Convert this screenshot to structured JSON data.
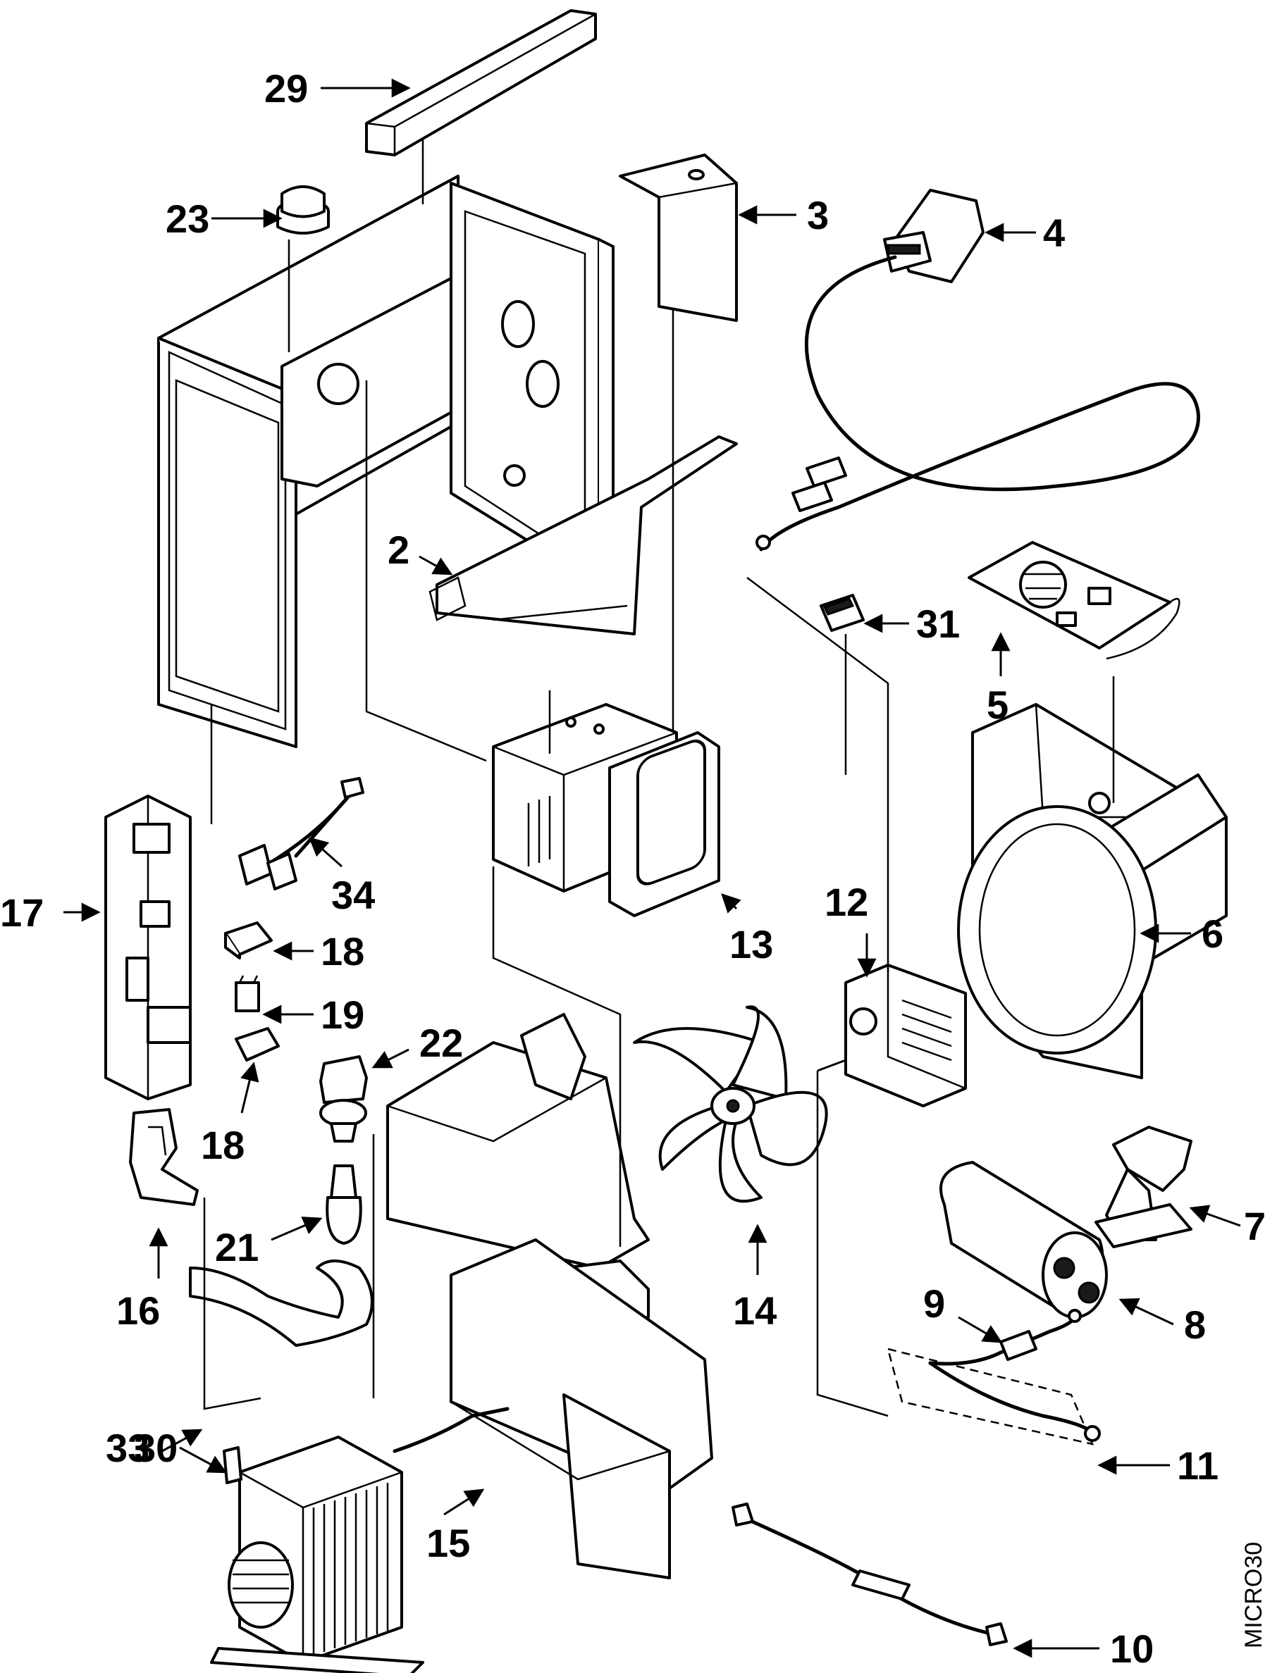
{
  "diagram": {
    "code": "MICRO30",
    "parts": [
      {
        "id": "p29",
        "label": "29"
      },
      {
        "id": "p23",
        "label": "23"
      },
      {
        "id": "p3",
        "label": "3"
      },
      {
        "id": "p4",
        "label": "4"
      },
      {
        "id": "p2",
        "label": "2"
      },
      {
        "id": "p31",
        "label": "31"
      },
      {
        "id": "p5",
        "label": "5"
      },
      {
        "id": "p34",
        "label": "34"
      },
      {
        "id": "p17",
        "label": "17"
      },
      {
        "id": "p18a",
        "label": "18"
      },
      {
        "id": "p13",
        "label": "13"
      },
      {
        "id": "p12",
        "label": "12"
      },
      {
        "id": "p6",
        "label": "6"
      },
      {
        "id": "p19",
        "label": "19"
      },
      {
        "id": "p22",
        "label": "22"
      },
      {
        "id": "p18b",
        "label": "18"
      },
      {
        "id": "p7",
        "label": "7"
      },
      {
        "id": "p21",
        "label": "21"
      },
      {
        "id": "p14",
        "label": "14"
      },
      {
        "id": "p16",
        "label": "16"
      },
      {
        "id": "p8",
        "label": "8"
      },
      {
        "id": "p33",
        "label": "33"
      },
      {
        "id": "p9",
        "label": "9"
      },
      {
        "id": "p30",
        "label": "30"
      },
      {
        "id": "p15",
        "label": "15"
      },
      {
        "id": "p11",
        "label": "11"
      },
      {
        "id": "p10",
        "label": "10"
      }
    ]
  }
}
